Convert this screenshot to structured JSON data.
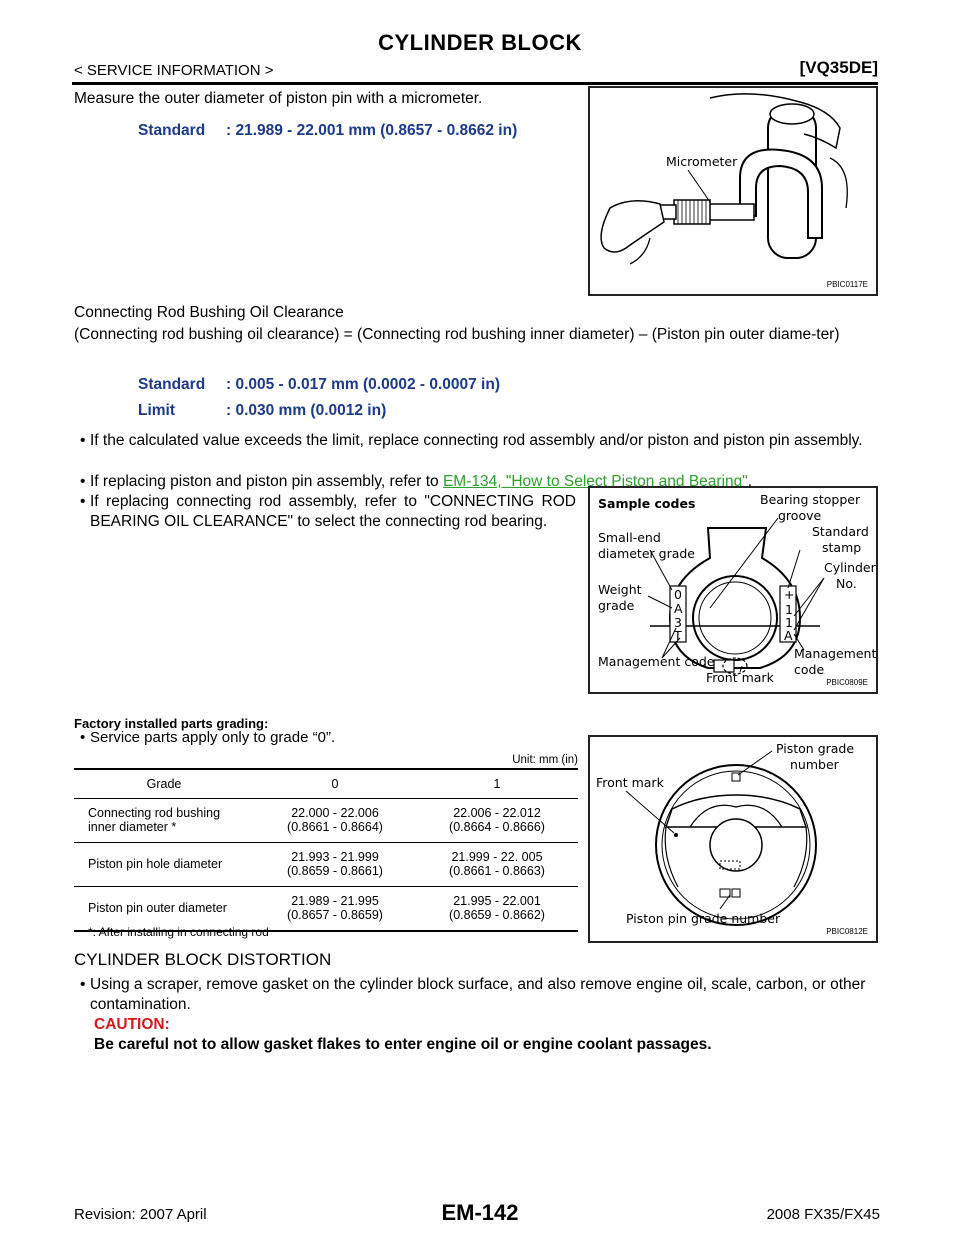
{
  "header": {
    "title": "CYLINDER BLOCK",
    "breadcrumb": "< SERVICE INFORMATION >",
    "engine_code": "[VQ35DE]"
  },
  "section1": {
    "intro": "Measure the outer diameter of piston pin with a micrometer.",
    "standard_label": "Standard",
    "standard_value": ": 21.989 - 22.001 mm (0.8657 - 0.8662 in)"
  },
  "figure1": {
    "callouts": [
      "Micrometer"
    ],
    "code": "PBIC0117E"
  },
  "section2": {
    "heading": "Connecting Rod Bushing Oil Clearance",
    "formula": "(Connecting rod bushing oil clearance) = (Connecting rod bushing inner diameter) – (Piston pin outer diame-ter)",
    "standard_label": "Standard",
    "standard_value": ": 0.005 - 0.017 mm (0.0002 - 0.0007 in)",
    "limit_label": "Limit",
    "limit_value": ": 0.030 mm (0.0012 in)",
    "bullet1": "If the calculated value exceeds the limit, replace connecting rod assembly and/or piston and piston pin assembly.",
    "bullet2_prefix": "If replacing piston and piston pin assembly, refer to ",
    "bullet2_link": "EM-134, \"How to Select Piston and Bearing\"",
    "bullet2_suffix": ".",
    "bullet3": "If replacing connecting rod assembly, refer to \"CONNECTING ROD BEARING OIL CLEARANCE\" to select the connecting rod bearing."
  },
  "figure2": {
    "callouts": [
      "Sample codes",
      "Bearing stopper",
      "groove",
      "Small-end",
      "diameter grade",
      "Standard",
      "stamp",
      "Cylinder",
      "No.",
      "Weight",
      "grade",
      "Management code",
      "Front mark",
      "Management",
      "code"
    ],
    "stamp_left": [
      "0",
      "A",
      "3",
      "T"
    ],
    "stamp_right": [
      "1",
      "1",
      "A"
    ],
    "code": "PBIC0809E"
  },
  "grading": {
    "heading": "Factory installed parts grading:",
    "bullet": "Service parts apply only to grade “0”.",
    "unit": "Unit: mm (in)",
    "columns": [
      "Grade",
      "0",
      "1"
    ],
    "rows": [
      {
        "label": [
          "Connecting rod bushing",
          "inner diameter *"
        ],
        "g0": [
          "22.000 - 22.006",
          "(0.8661 - 0.8664)"
        ],
        "g1": [
          "22.006 - 22.012",
          "(0.8664 - 0.8666)"
        ]
      },
      {
        "label": [
          "Piston pin hole diameter"
        ],
        "g0": [
          "21.993 - 21.999",
          "(0.8659 - 0.8661)"
        ],
        "g1": [
          "21.999 - 22. 005",
          "(0.8661 - 0.8663)"
        ]
      },
      {
        "label": [
          "Piston pin outer diameter"
        ],
        "g0": [
          "21.989 - 21.995",
          "(0.8657 - 0.8659)"
        ],
        "g1": [
          "21.995 - 22.001",
          "(0.8659 - 0.8662)"
        ]
      }
    ],
    "footnote": "*: After installing in connecting rod"
  },
  "figure3": {
    "callouts": [
      "Piston grade",
      "number",
      "Front mark",
      "Piston pin grade number"
    ],
    "code": "PBIC0812E"
  },
  "distortion": {
    "heading": "CYLINDER BLOCK DISTORTION",
    "bullet": "Using a scraper, remove gasket on the cylinder block surface, and also remove engine oil, scale, carbon, or other contamination.",
    "caution_label": "CAUTION:",
    "caution_text": "Be careful not to allow gasket flakes to enter engine oil or engine coolant passages."
  },
  "footer": {
    "revision": "Revision: 2007 April",
    "page": "EM-142",
    "model": "2008 FX35/FX45"
  }
}
